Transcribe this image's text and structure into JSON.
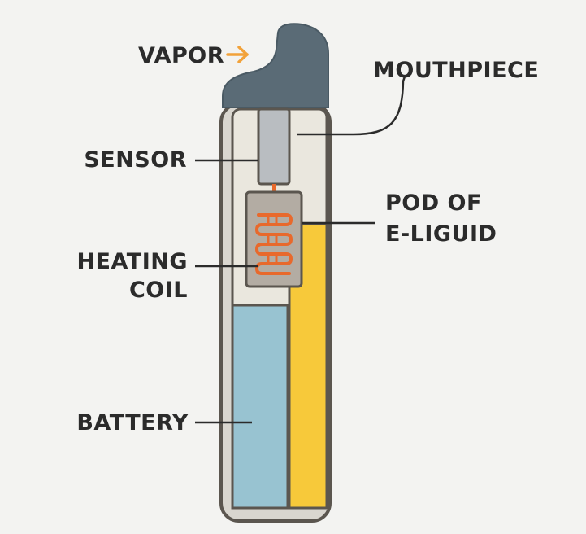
{
  "labels": {
    "vapor": "VAPOR",
    "mouthpiece": "MOUTHPIECE",
    "sensor": "SENSOR",
    "pod_line1": "POD OF",
    "pod_line2": "E-LIGUID",
    "heating_line1": "HEATING",
    "heating_line2": "COIL",
    "battery": "BATTERY"
  },
  "colors": {
    "background": "#f3f3f1",
    "body_outline": "#5b564f",
    "body_fill": "#d9d6cf",
    "inner_chamber": "#eae7de",
    "mouthpiece": "#5a6b76",
    "sensor": "#b9bdc1",
    "pod": "#b3aca3",
    "coil": "#e8692c",
    "battery": "#98c3d1",
    "liquid": "#f7c93a",
    "vapor_arrow": "#f2a23a",
    "leader_lines": "#2b2b2b"
  },
  "icons": {
    "vapor_arrow": "right-arrow-icon",
    "coil": "zigzag-coil-icon"
  }
}
